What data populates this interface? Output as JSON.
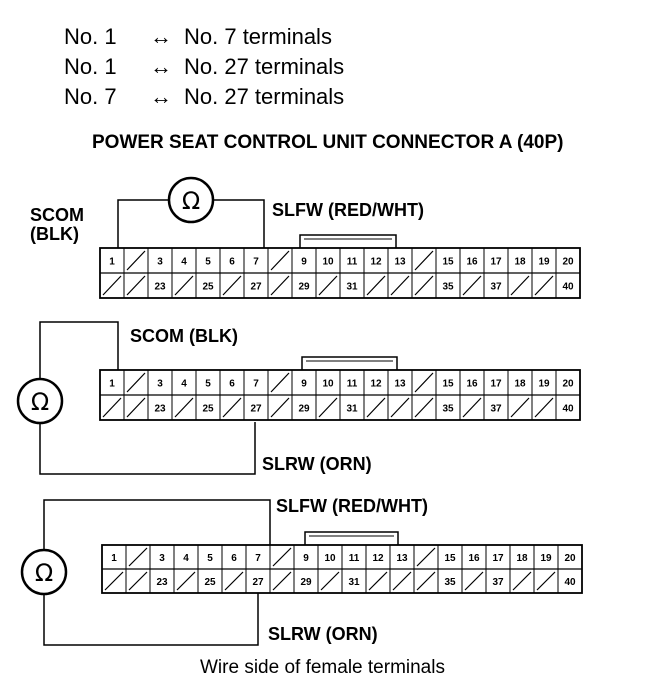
{
  "instructions": [
    {
      "from": "No. 1",
      "arrow": "↔",
      "to": "No. 7 terminals"
    },
    {
      "from": "No. 1",
      "arrow": "↔",
      "to": "No. 27 terminals"
    },
    {
      "from": "No. 7",
      "arrow": "↔",
      "to": "No. 27 terminals"
    }
  ],
  "heading": "POWER SEAT CONTROL UNIT CONNECTOR A (40P)",
  "meter_symbol": "Ω",
  "connector": {
    "top_row": [
      "1",
      "",
      "3",
      "4",
      "5",
      "6",
      "7",
      "",
      "9",
      "10",
      "11",
      "12",
      "13",
      "",
      "15",
      "16",
      "17",
      "18",
      "19",
      "20"
    ],
    "bottom_row": [
      "",
      "",
      "23",
      "",
      "25",
      "",
      "27",
      "",
      "29",
      "",
      "31",
      "",
      "",
      "",
      "35",
      "",
      "37",
      "",
      "",
      "40"
    ]
  },
  "diagrams": [
    {
      "labels": {
        "scom": "SCOM",
        "scom_color": "(BLK)",
        "slfw": "SLFW (RED/WHT)"
      }
    },
    {
      "labels": {
        "scom": "SCOM (BLK)",
        "slrw": "SLRW (ORN)"
      }
    },
    {
      "labels": {
        "slfw": "SLFW (RED/WHT)",
        "slrw": "SLRW (ORN)"
      }
    }
  ],
  "caption": "Wire side of female terminals"
}
